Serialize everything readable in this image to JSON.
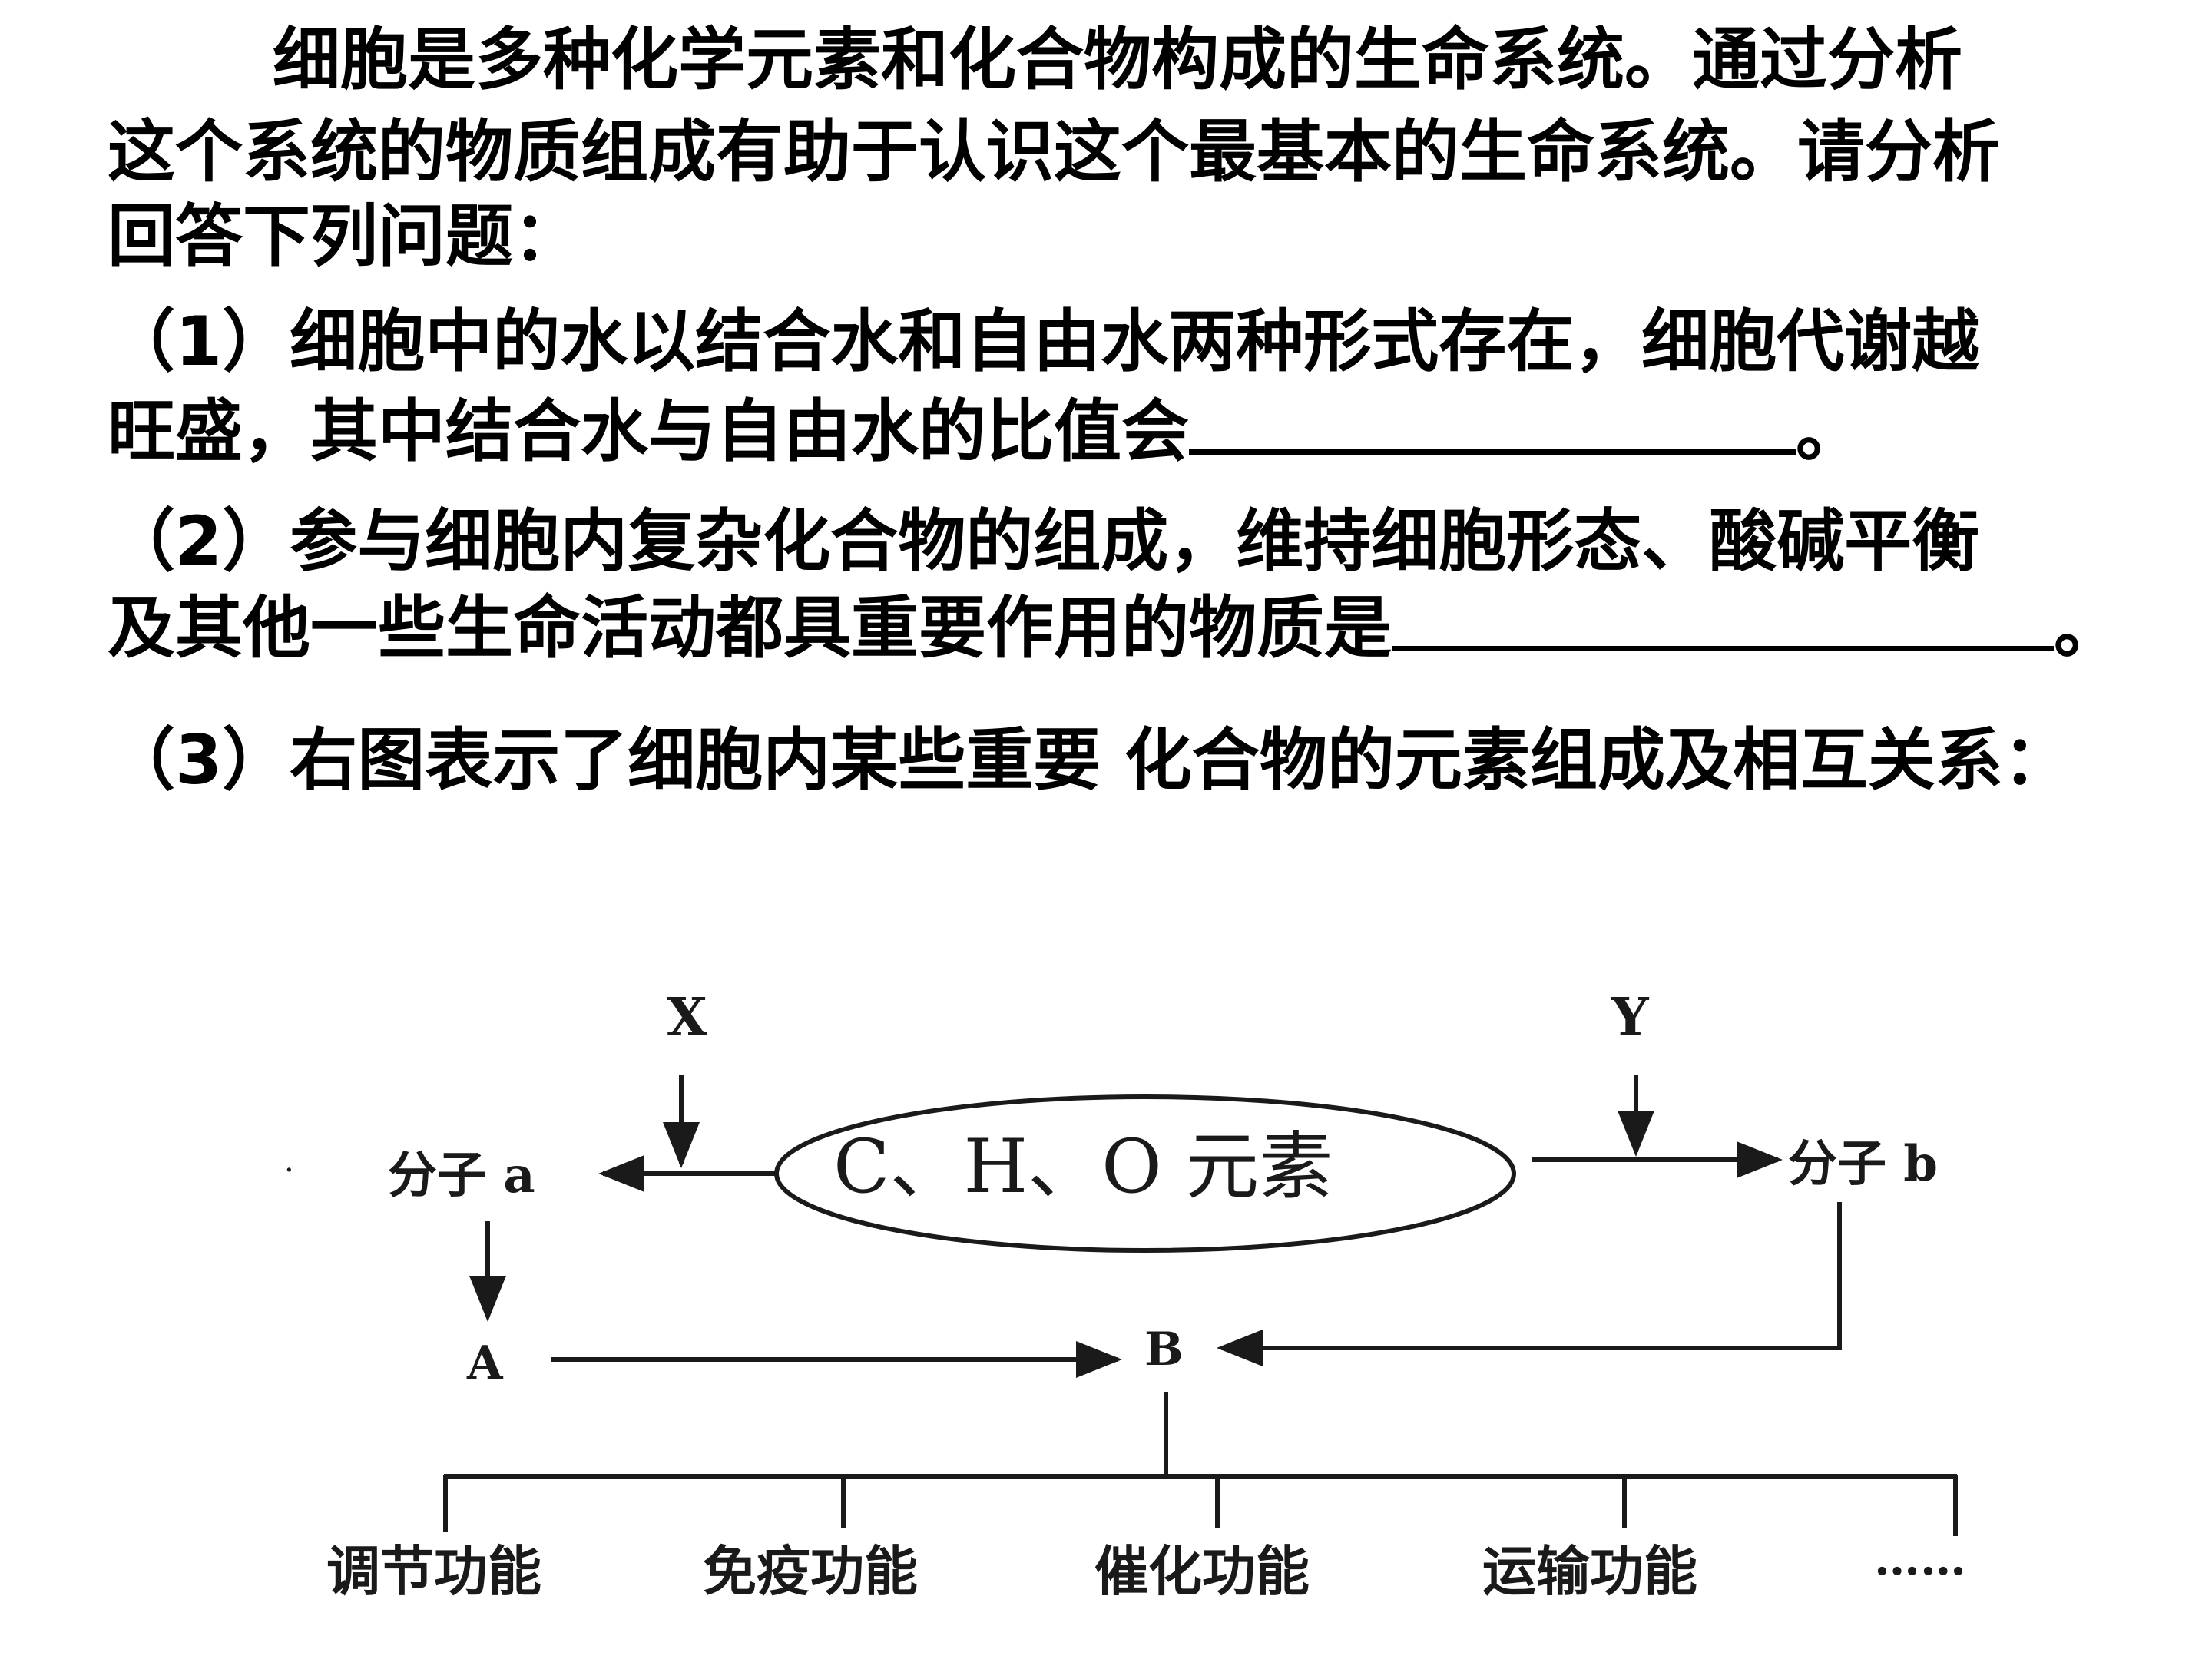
{
  "question": {
    "intro_line1": "细胞是多种化学元素和化合物构成的生命系统。通过分析",
    "intro_line2": "这个系统的物质组成有助于认识这个最基本的生命系统。请分析",
    "intro_line3": "回答下列问题：",
    "q1_line1": "（1）细胞中的水以结合水和自由水两种形式存在，细胞代谢越",
    "q1_line2": "旺盛，其中结合水与自由水的比值会",
    "q1_end": "。",
    "q2_line1": "（2）参与细胞内复杂化合物的组成，维持细胞形态、酸碱平衡",
    "q2_line2": "及其他一些生命活动都具重要作用的物质是",
    "q2_end": "。",
    "q3_line1": "（3）右图表示了细胞内某些重要 化合物的元素组成及相互关系："
  },
  "diagram": {
    "label_x": "X",
    "label_y": "Y",
    "center": "C、H、O 元素",
    "molecule_a": "分子 a",
    "molecule_b": "分子 b",
    "node_a": "A",
    "node_b": "B",
    "functions": [
      "调节功能",
      "免疫功能",
      "催化功能",
      "运输功能",
      "……"
    ],
    "dot": "·"
  }
}
